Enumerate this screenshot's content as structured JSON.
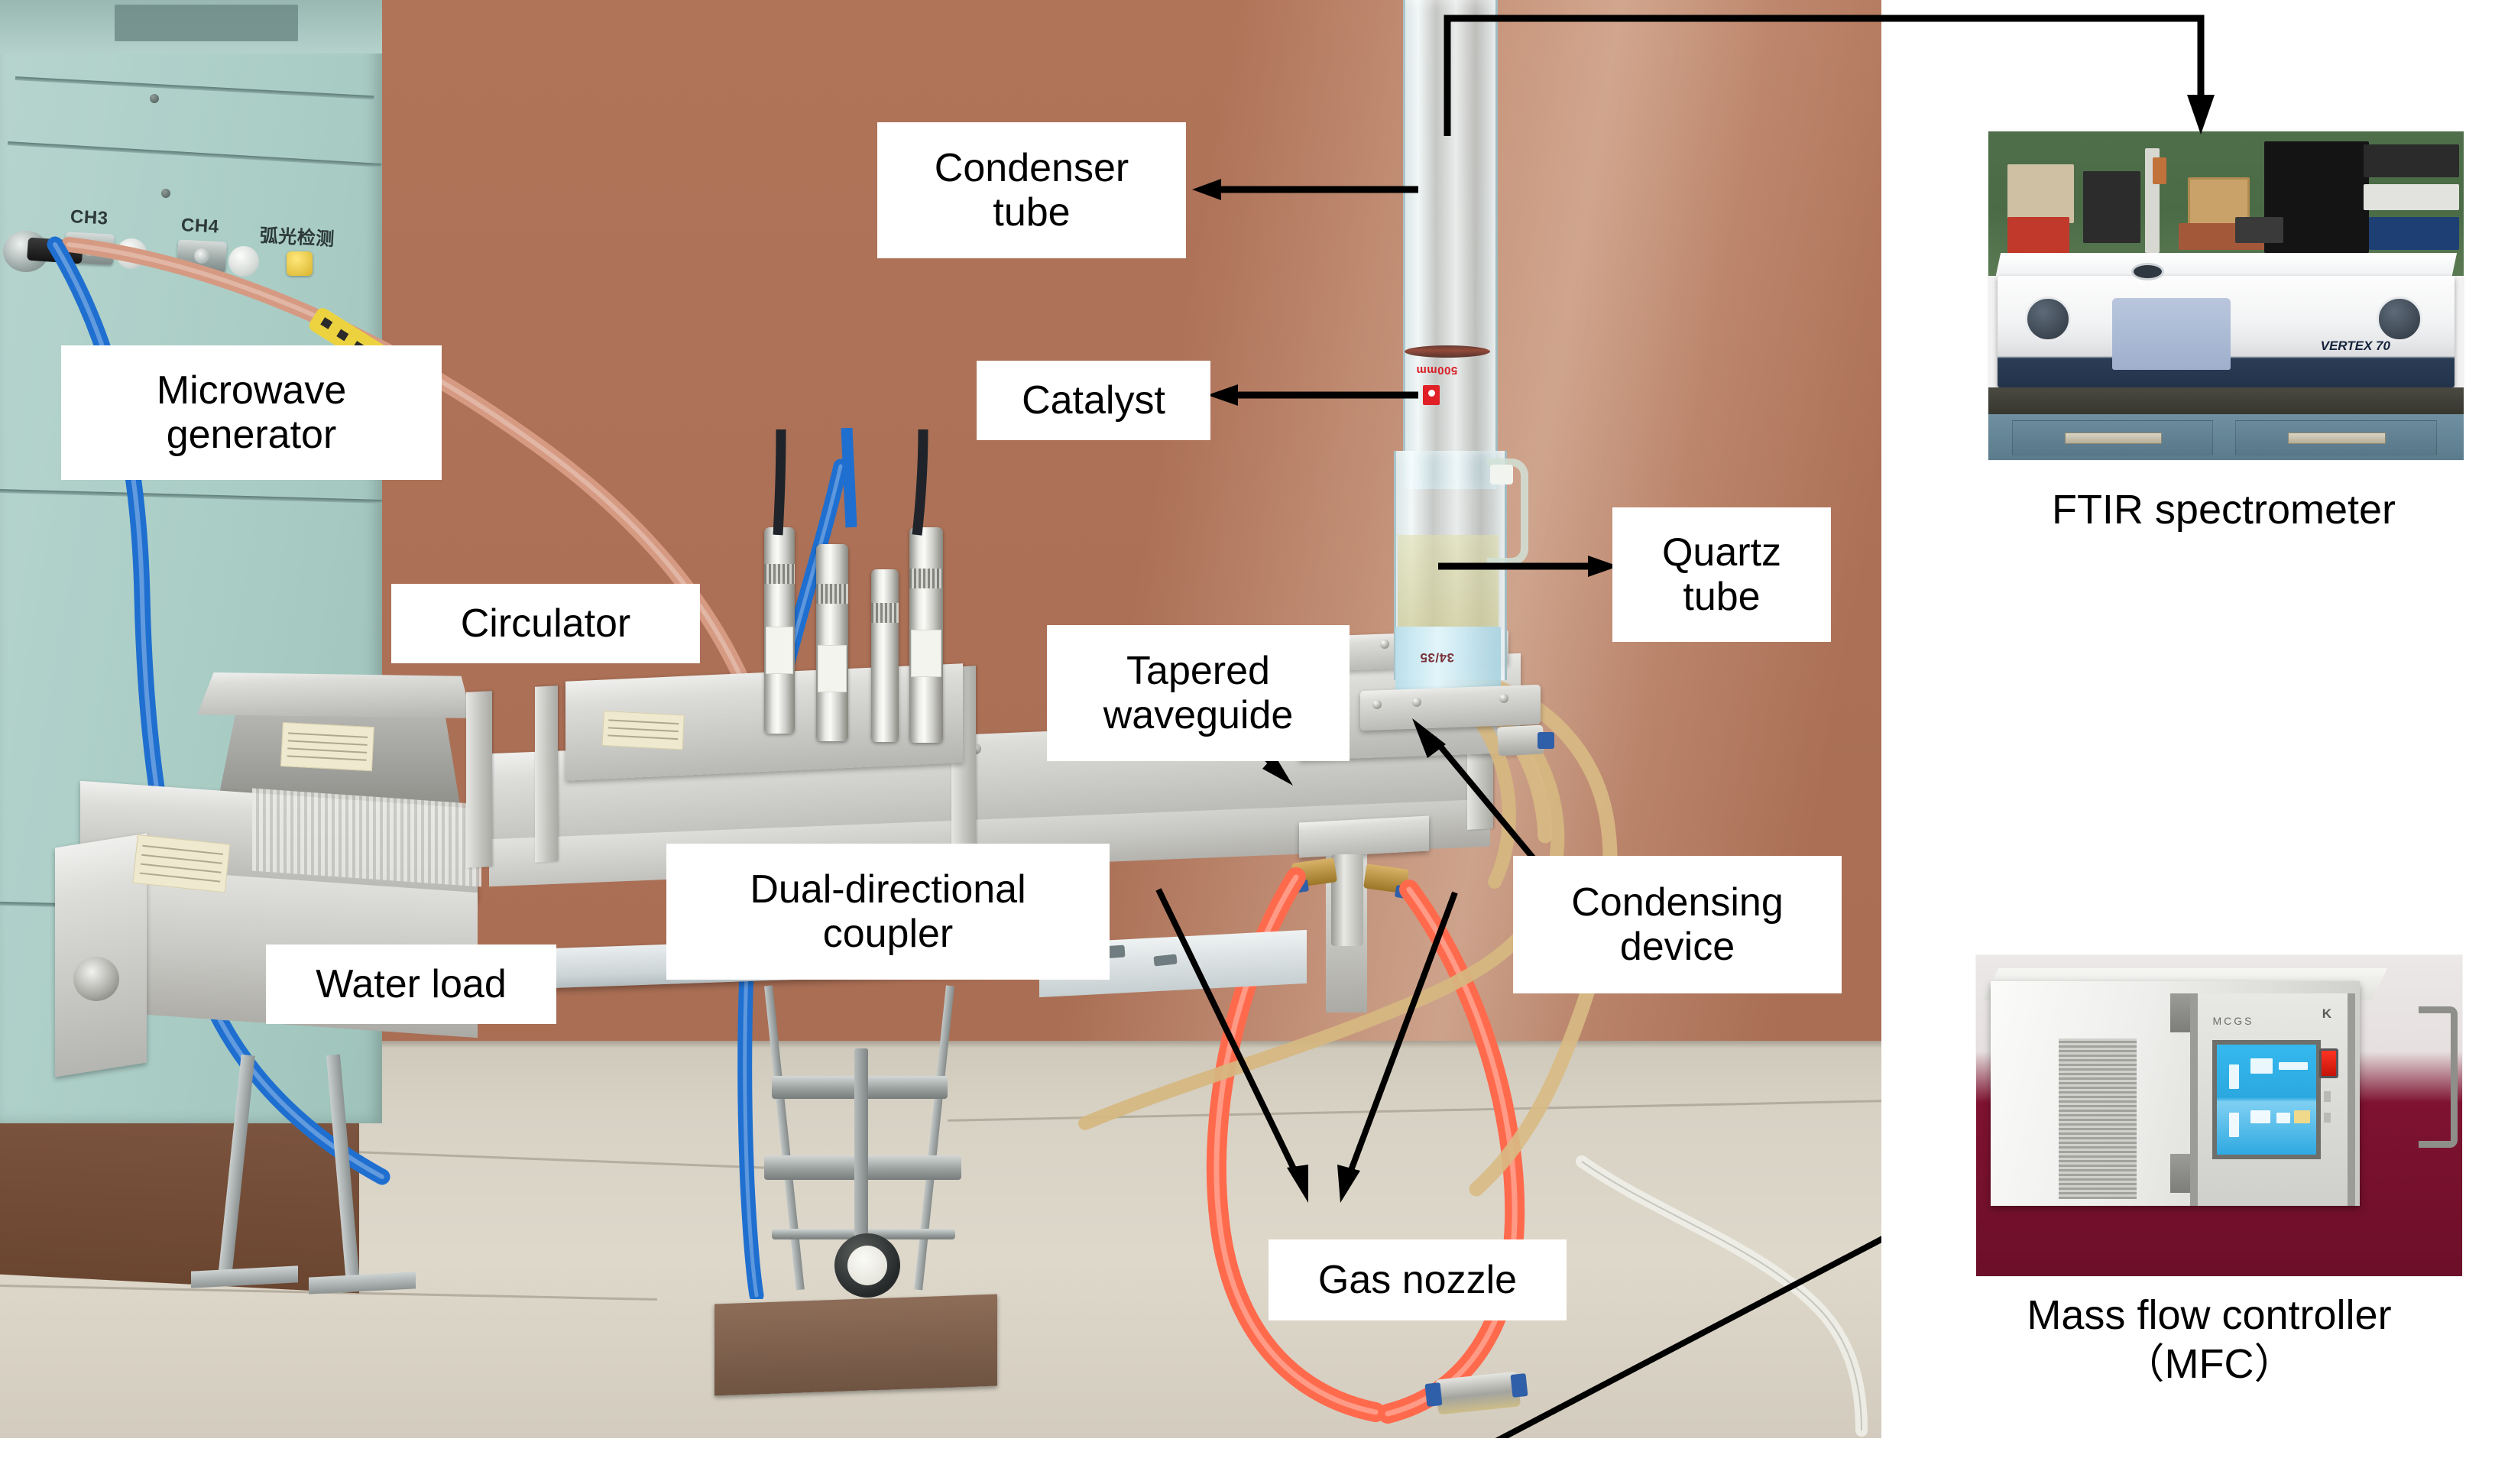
{
  "figure": {
    "kind": "annotated-photograph",
    "subject": "Microwave catalytic reaction experimental setup"
  },
  "colors": {
    "wall_brown": "#ae7257",
    "cabinet_mint": "#aed0c9",
    "aluminium": "#d8d8d4",
    "red_tube": "#ff6a4d",
    "blue_cable": "#1f6fd0",
    "copper_cable": "#d69a83",
    "floor": "#d8d2c5",
    "label_bg": "#ffffff",
    "label_fg": "#000000",
    "arrow": "#000000",
    "mfc_cloth": "#7e1230",
    "ftir_wall": "#4f6f4a"
  },
  "callouts": [
    {
      "id": "microwave-generator",
      "text": "Microwave\ngenerator"
    },
    {
      "id": "circulator",
      "text": "Circulator"
    },
    {
      "id": "water-load",
      "text": "Water load"
    },
    {
      "id": "dual-directional-coupler",
      "text": "Dual-directional\ncoupler"
    },
    {
      "id": "tapered-waveguide",
      "text": "Tapered\nwaveguide"
    },
    {
      "id": "condenser-tube",
      "text": "Condenser\ntube"
    },
    {
      "id": "catalyst",
      "text": "Catalyst"
    },
    {
      "id": "quartz-tube",
      "text": "Quartz\ntube"
    },
    {
      "id": "condensing-device",
      "text": "Condensing\ndevice"
    },
    {
      "id": "gas-nozzle",
      "text": "Gas nozzle"
    }
  ],
  "insets": [
    {
      "id": "ftir",
      "caption": "FTIR spectrometer",
      "device_brand": "VERTEX 70"
    },
    {
      "id": "mfc",
      "caption": "Mass flow controller\n（MFC）",
      "panel_brand": "MCGS"
    }
  ],
  "generator_panel": {
    "ports": [
      {
        "label": "CH3"
      },
      {
        "label": "CH4"
      },
      {
        "label": "弧光检测"
      }
    ]
  },
  "glassware_marks": {
    "tube_length": "500mm",
    "ground_joint": "34/35"
  }
}
